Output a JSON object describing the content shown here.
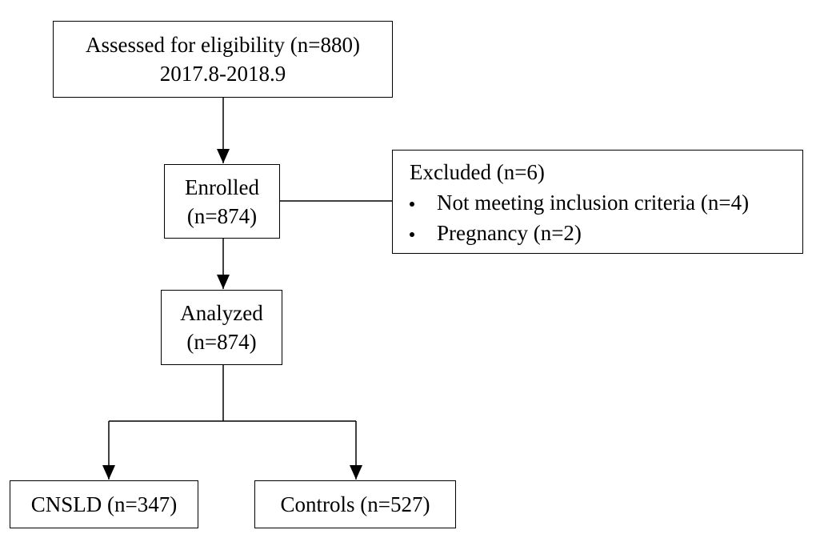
{
  "diagram": {
    "assessed": {
      "line1": "Assessed for eligibility (n=880)",
      "line2": "2017.8-2018.9"
    },
    "enrolled": {
      "line1": "Enrolled",
      "line2": "(n=874)"
    },
    "excluded": {
      "title": "Excluded (n=6)",
      "items": [
        "Not meeting inclusion criteria (n=4)",
        "Pregnancy (n=2)"
      ]
    },
    "analyzed": {
      "line1": "Analyzed",
      "line2": "(n=874)"
    },
    "cnsld": "CNSLD (n=347)",
    "controls": "Controls (n=527)"
  }
}
